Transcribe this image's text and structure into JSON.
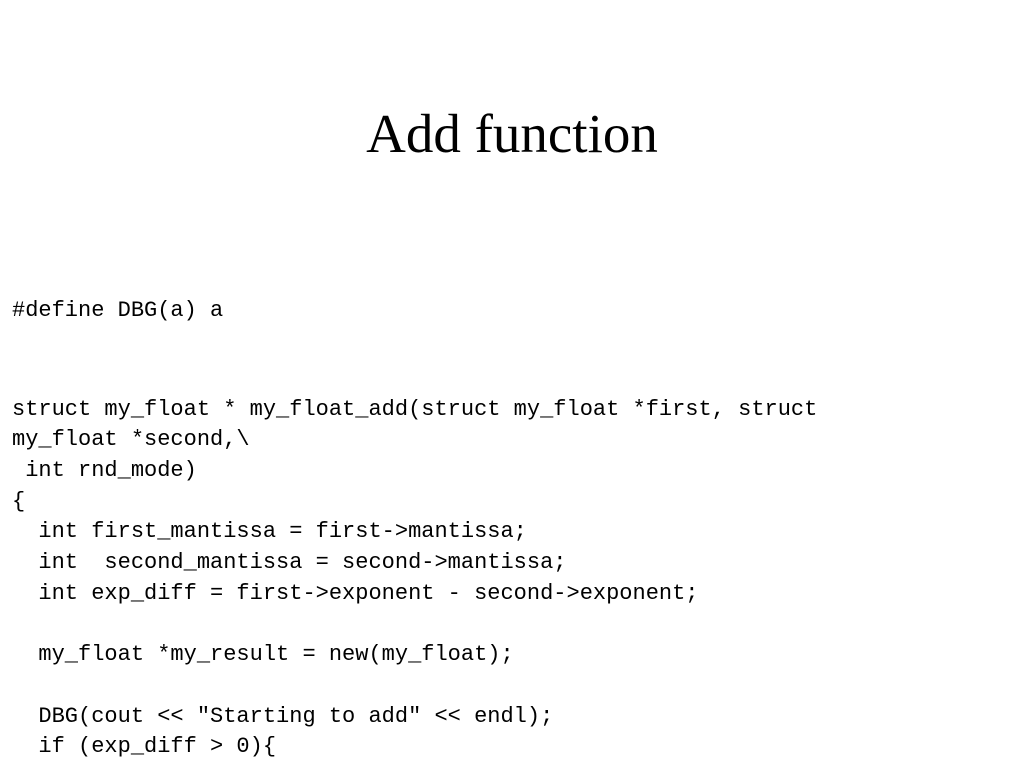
{
  "slide": {
    "title": "Add function",
    "code_lines": [
      "#define DBG(a) a",
      "struct my_float * my_float_add(struct my_float *first, struct",
      "my_float *second,\\",
      " int rnd_mode)",
      "{",
      "  int first_mantissa = first->mantissa;",
      "  int  second_mantissa = second->mantissa;",
      "  int exp_diff = first->exponent - second->exponent;",
      "  my_float *my_result = new(my_float);",
      "  DBG(cout << \"Starting to add\" << endl);",
      "  if (exp_diff > 0){"
    ]
  }
}
